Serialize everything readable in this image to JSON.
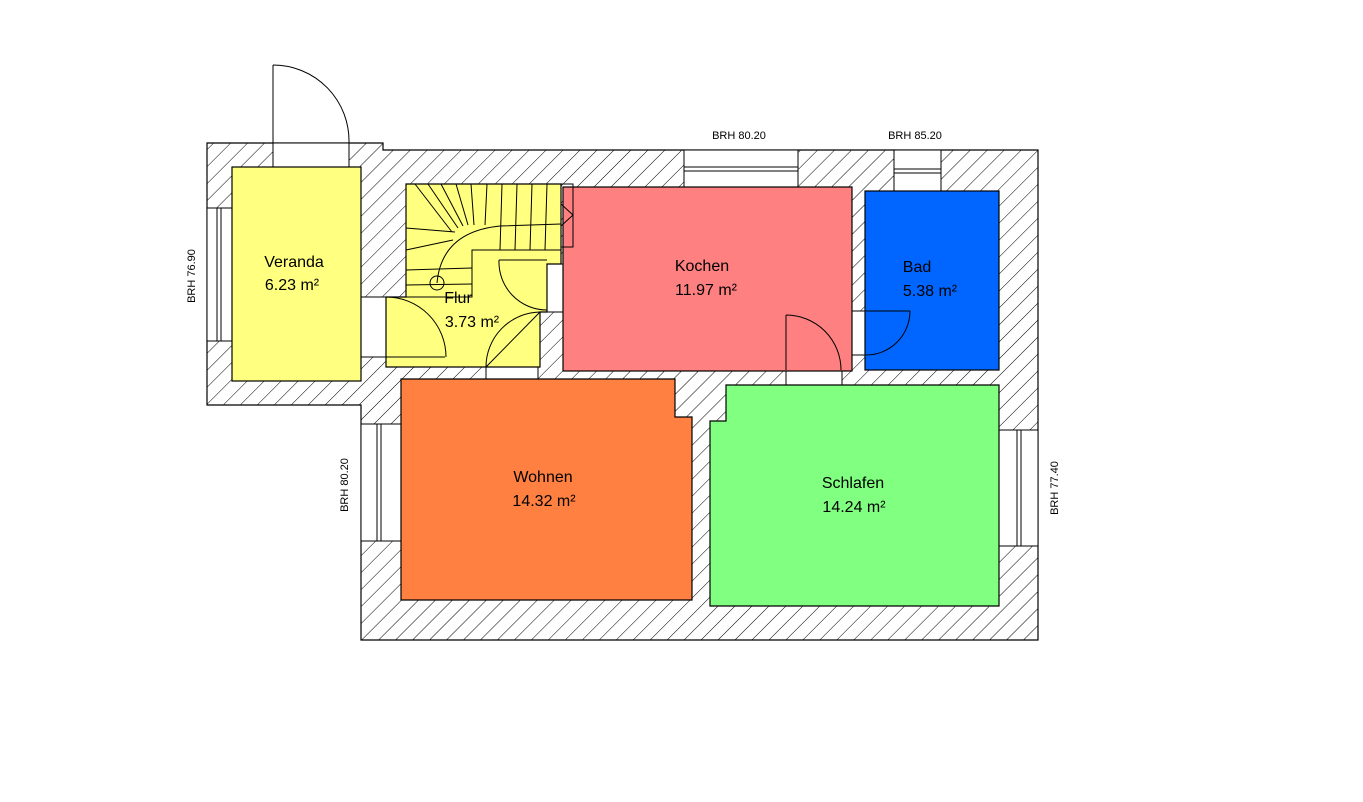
{
  "rooms": {
    "veranda": {
      "name": "Veranda",
      "area": "6.23 m²",
      "color": "#ffff80"
    },
    "flur": {
      "name": "Flur",
      "area": "3.73 m²",
      "color": "#ffff80"
    },
    "kochen": {
      "name": "Kochen",
      "area": "11.97 m²",
      "color": "#ff8080"
    },
    "bad": {
      "name": "Bad",
      "area": "5.38 m²",
      "color": "#0066ff"
    },
    "wohnen": {
      "name": "Wohnen",
      "area": "14.32 m²",
      "color": "#ff8040"
    },
    "schlafen": {
      "name": "Schlafen",
      "area": "14.24 m²",
      "color": "#80ff80"
    }
  },
  "windows": {
    "top_kochen": "BRH 80.20",
    "top_bad": "BRH 85.20",
    "left_veranda": "BRH 76.90",
    "left_wohnen": "BRH 80.20",
    "right_schlafen": "BRH 77.40"
  },
  "colors": {
    "wall_fill": "#ffffff",
    "wall_hatch": "#000000",
    "line": "#000000"
  }
}
